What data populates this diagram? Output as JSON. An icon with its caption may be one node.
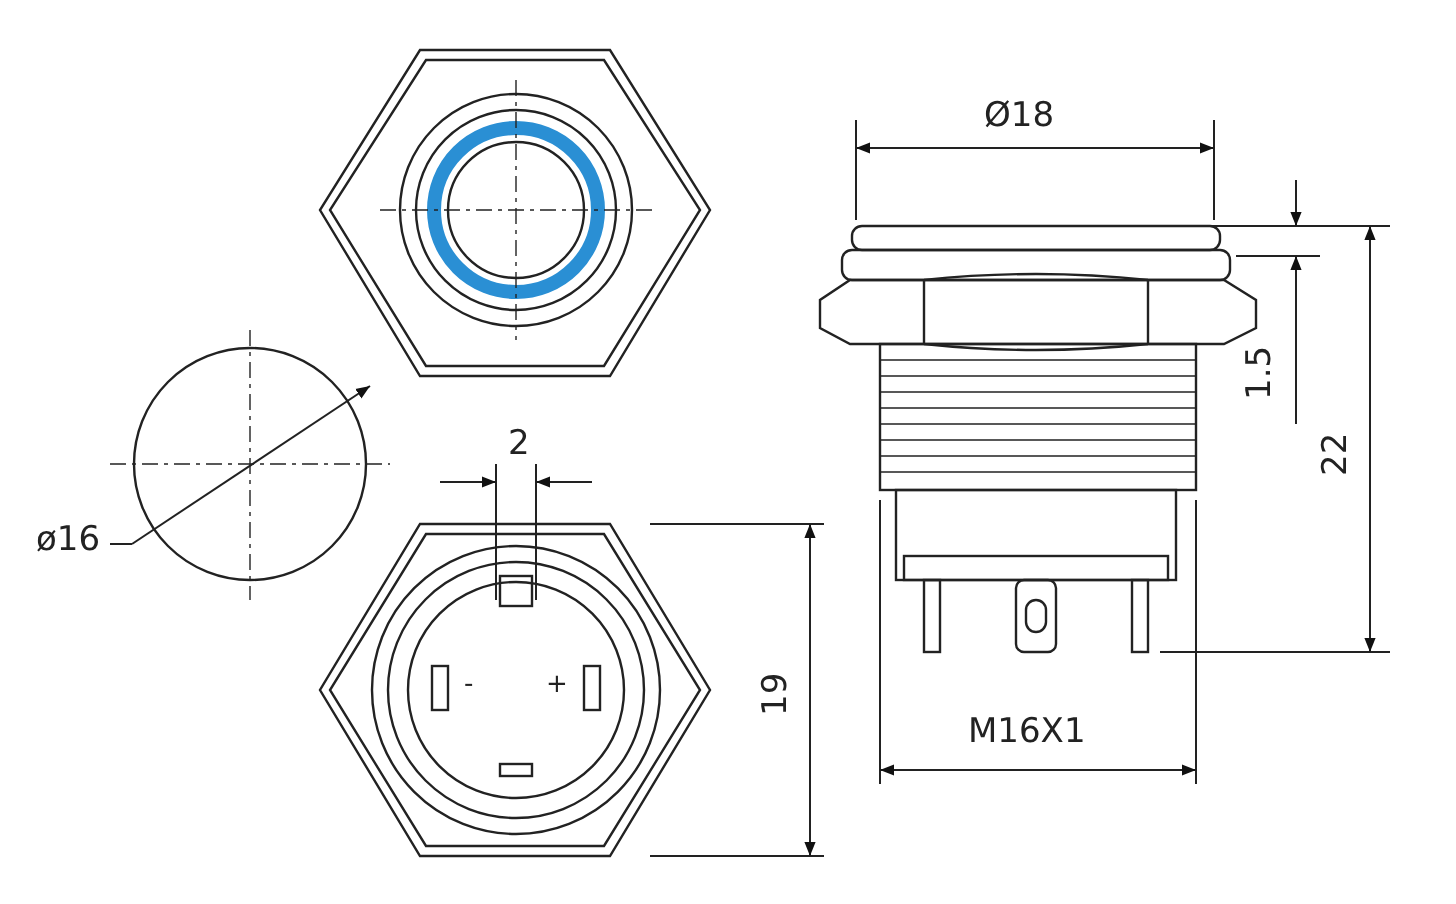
{
  "diagram": {
    "labels": [
      "Ø18",
      "1.5",
      "22",
      "2",
      "ø16",
      "19",
      "M16X1",
      "-",
      "+"
    ]
  }
}
